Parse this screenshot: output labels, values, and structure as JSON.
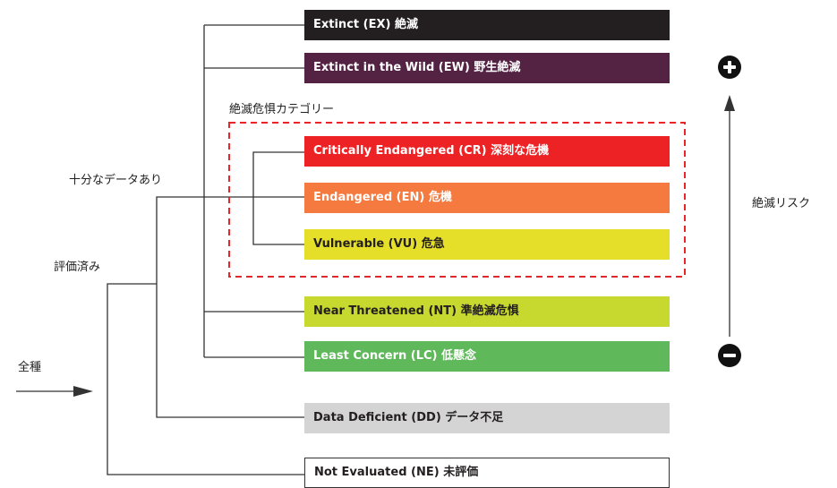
{
  "categories": [
    {
      "id": "ex",
      "label": "Extinct (EX) 絶滅",
      "bg": "#231f20",
      "color": "#ffffff"
    },
    {
      "id": "ew",
      "label": "Extinct in the Wild (EW) 野生絶滅",
      "bg": "#542344",
      "color": "#ffffff"
    },
    {
      "id": "cr",
      "label": "Critically Endangered (CR) 深刻な危機",
      "bg": "#ed2224",
      "color": "#ffffff"
    },
    {
      "id": "en",
      "label": "Endangered (EN) 危機",
      "bg": "#f47a40",
      "color": "#ffffff"
    },
    {
      "id": "vu",
      "label": "Vulnerable (VU) 危急",
      "bg": "#e6df2a",
      "color": "#231f20"
    },
    {
      "id": "nt",
      "label": "Near Threatened (NT) 準絶滅危惧",
      "bg": "#c7d92f",
      "color": "#231f20"
    },
    {
      "id": "lc",
      "label": "Least Concern (LC) 低懸念",
      "bg": "#5fb85a",
      "color": "#ffffff"
    },
    {
      "id": "dd",
      "label": "Data Deficient (DD) データ不足",
      "bg": "#d4d4d4",
      "color": "#231f20"
    },
    {
      "id": "ne",
      "label": "Not Evaluated (NE) 未評価",
      "bg": "#ffffff",
      "color": "#231f20"
    }
  ],
  "labels": {
    "threatened_group": "絶滅危惧カテゴリー",
    "adequate_data": "十分なデータあり",
    "evaluated": "評価済み",
    "all_species": "全種",
    "extinction_risk": "絶滅リスク"
  },
  "colors": {
    "line": "#333333",
    "dashed": "#e8262a"
  },
  "icons": {
    "risk_high": "plus-circle-icon",
    "risk_low": "minus-circle-icon"
  }
}
